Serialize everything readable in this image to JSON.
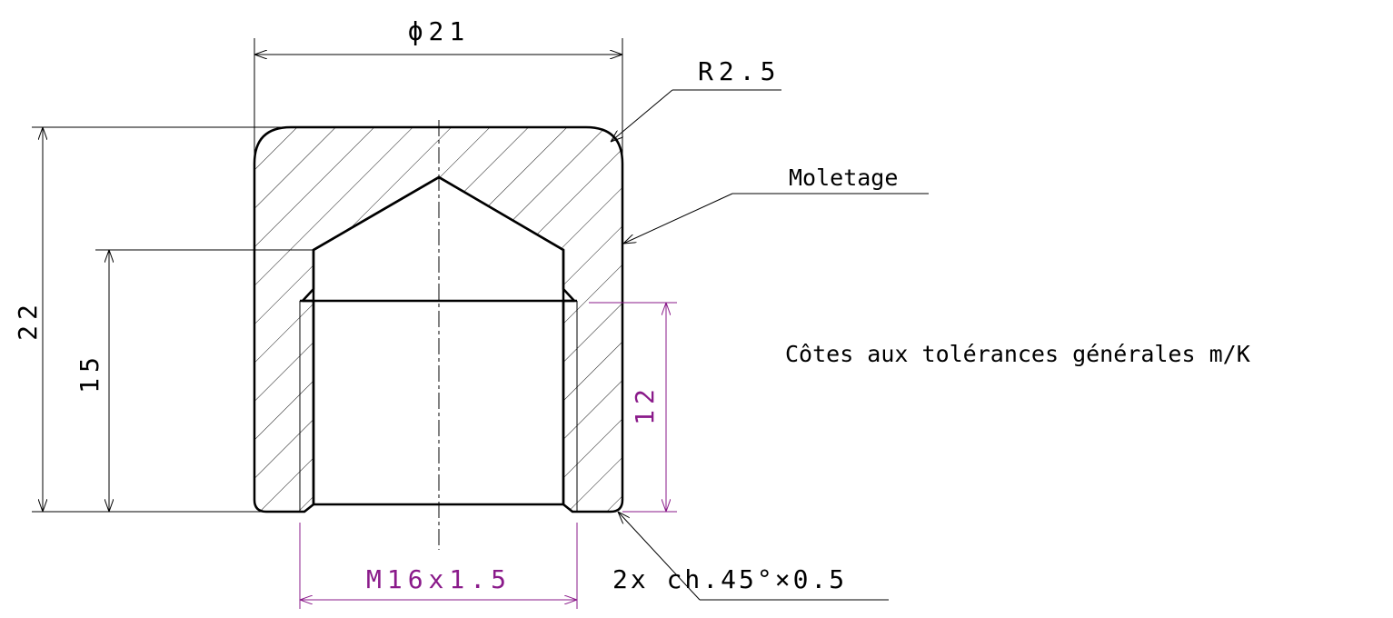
{
  "dimensions": {
    "diameter": "ϕ21",
    "radius": "R2.5",
    "height_total": "22",
    "depth_hole": "15",
    "thread_length": "12",
    "thread": "M16x1.5",
    "chamfer": "2x ch.45°×0.5"
  },
  "notes": {
    "knurling": "Moletage",
    "tolerances": "Côtes aux tolérances générales m/K"
  },
  "colors": {
    "line": "#000000",
    "thread_dim": "#8a1a8a"
  }
}
